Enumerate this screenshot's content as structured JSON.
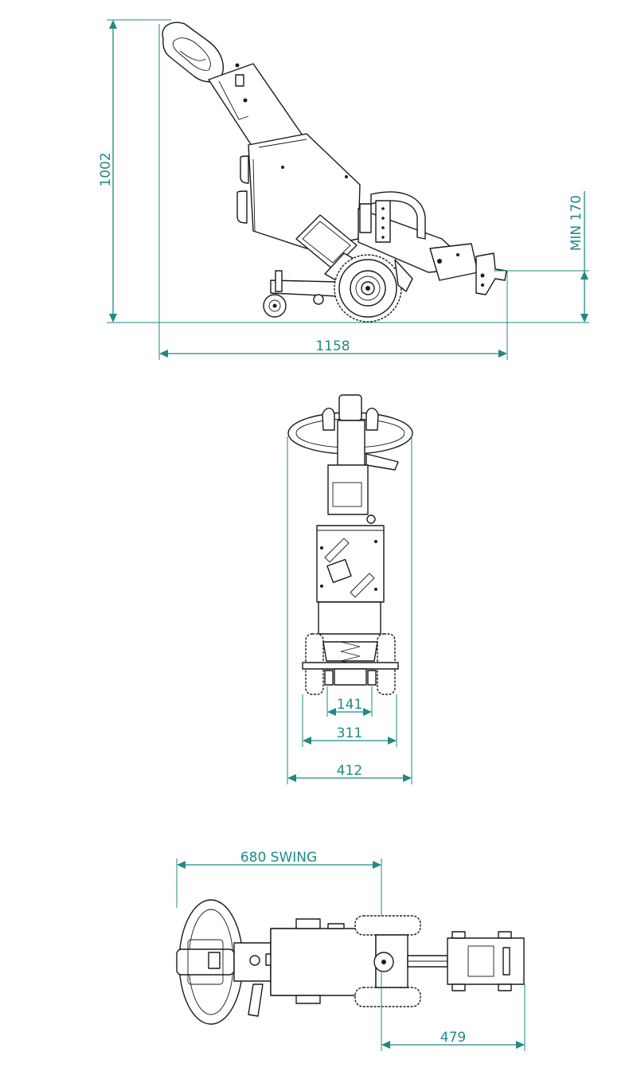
{
  "dimensions": {
    "side_height": "1002",
    "side_length": "1158",
    "min_height": "MIN 170",
    "rear_inner": "141",
    "rear_middle": "311",
    "rear_outer": "412",
    "top_swing": "680 SWING",
    "top_rear": "479"
  },
  "colors": {
    "dimension": "#1f8a86",
    "line": "#1a1a1a",
    "background": "#ffffff"
  }
}
